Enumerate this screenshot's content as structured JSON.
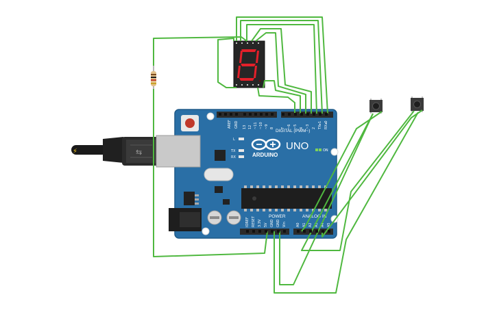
{
  "board": {
    "brand": "ARDUINO",
    "model": "UNO",
    "digital_header_label": "DIGITAL (PWM~)",
    "power_label": "POWER",
    "analog_label": "ANALOG IN",
    "on_label": "ON",
    "led_l_label": "L",
    "led_tx_label": "TX",
    "led_rx_label": "RX",
    "aref_label": "AREF",
    "gnd_label": "GND",
    "digital_pins": [
      "13",
      "12",
      "~11",
      "~10",
      "~9",
      "8",
      "7",
      "~6",
      "~5",
      "4",
      "~3",
      "2",
      "TX▸1",
      "RX◂0"
    ],
    "power_pins": [
      "IOREF",
      "RESET",
      "3.3V",
      "5V",
      "GND",
      "GND",
      "Vin"
    ],
    "analog_pins": [
      "A0",
      "A1",
      "A2",
      "A3",
      "A4",
      "A5"
    ]
  },
  "display": {
    "digit": "8"
  },
  "colors": {
    "wire": "#4fb83f",
    "board": "#2a6fa6",
    "segment_on": "#e3202a"
  }
}
